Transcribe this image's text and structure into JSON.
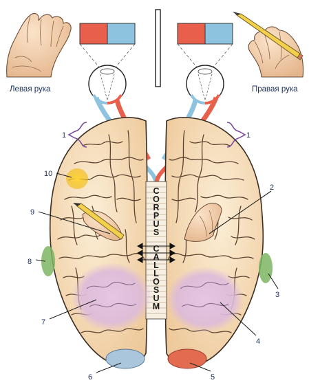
{
  "labels": {
    "left_hand": "Левая рука",
    "right_hand": "Правая рука",
    "corpus_callosum": "CORPUS CALLOSUM"
  },
  "callouts": [
    "1",
    "1",
    "2",
    "3",
    "4",
    "5",
    "6",
    "7",
    "8",
    "9",
    "10"
  ],
  "colors": {
    "visual_left": "#e8604c",
    "visual_right": "#8ec3df",
    "brain": "#f4dcb8",
    "outline": "#3a2d22",
    "callout": "#7b4c9c",
    "somatic_area": "#d7b7d6",
    "motor_spot": "#f4c21f",
    "temporal_area": "#7db563"
  }
}
